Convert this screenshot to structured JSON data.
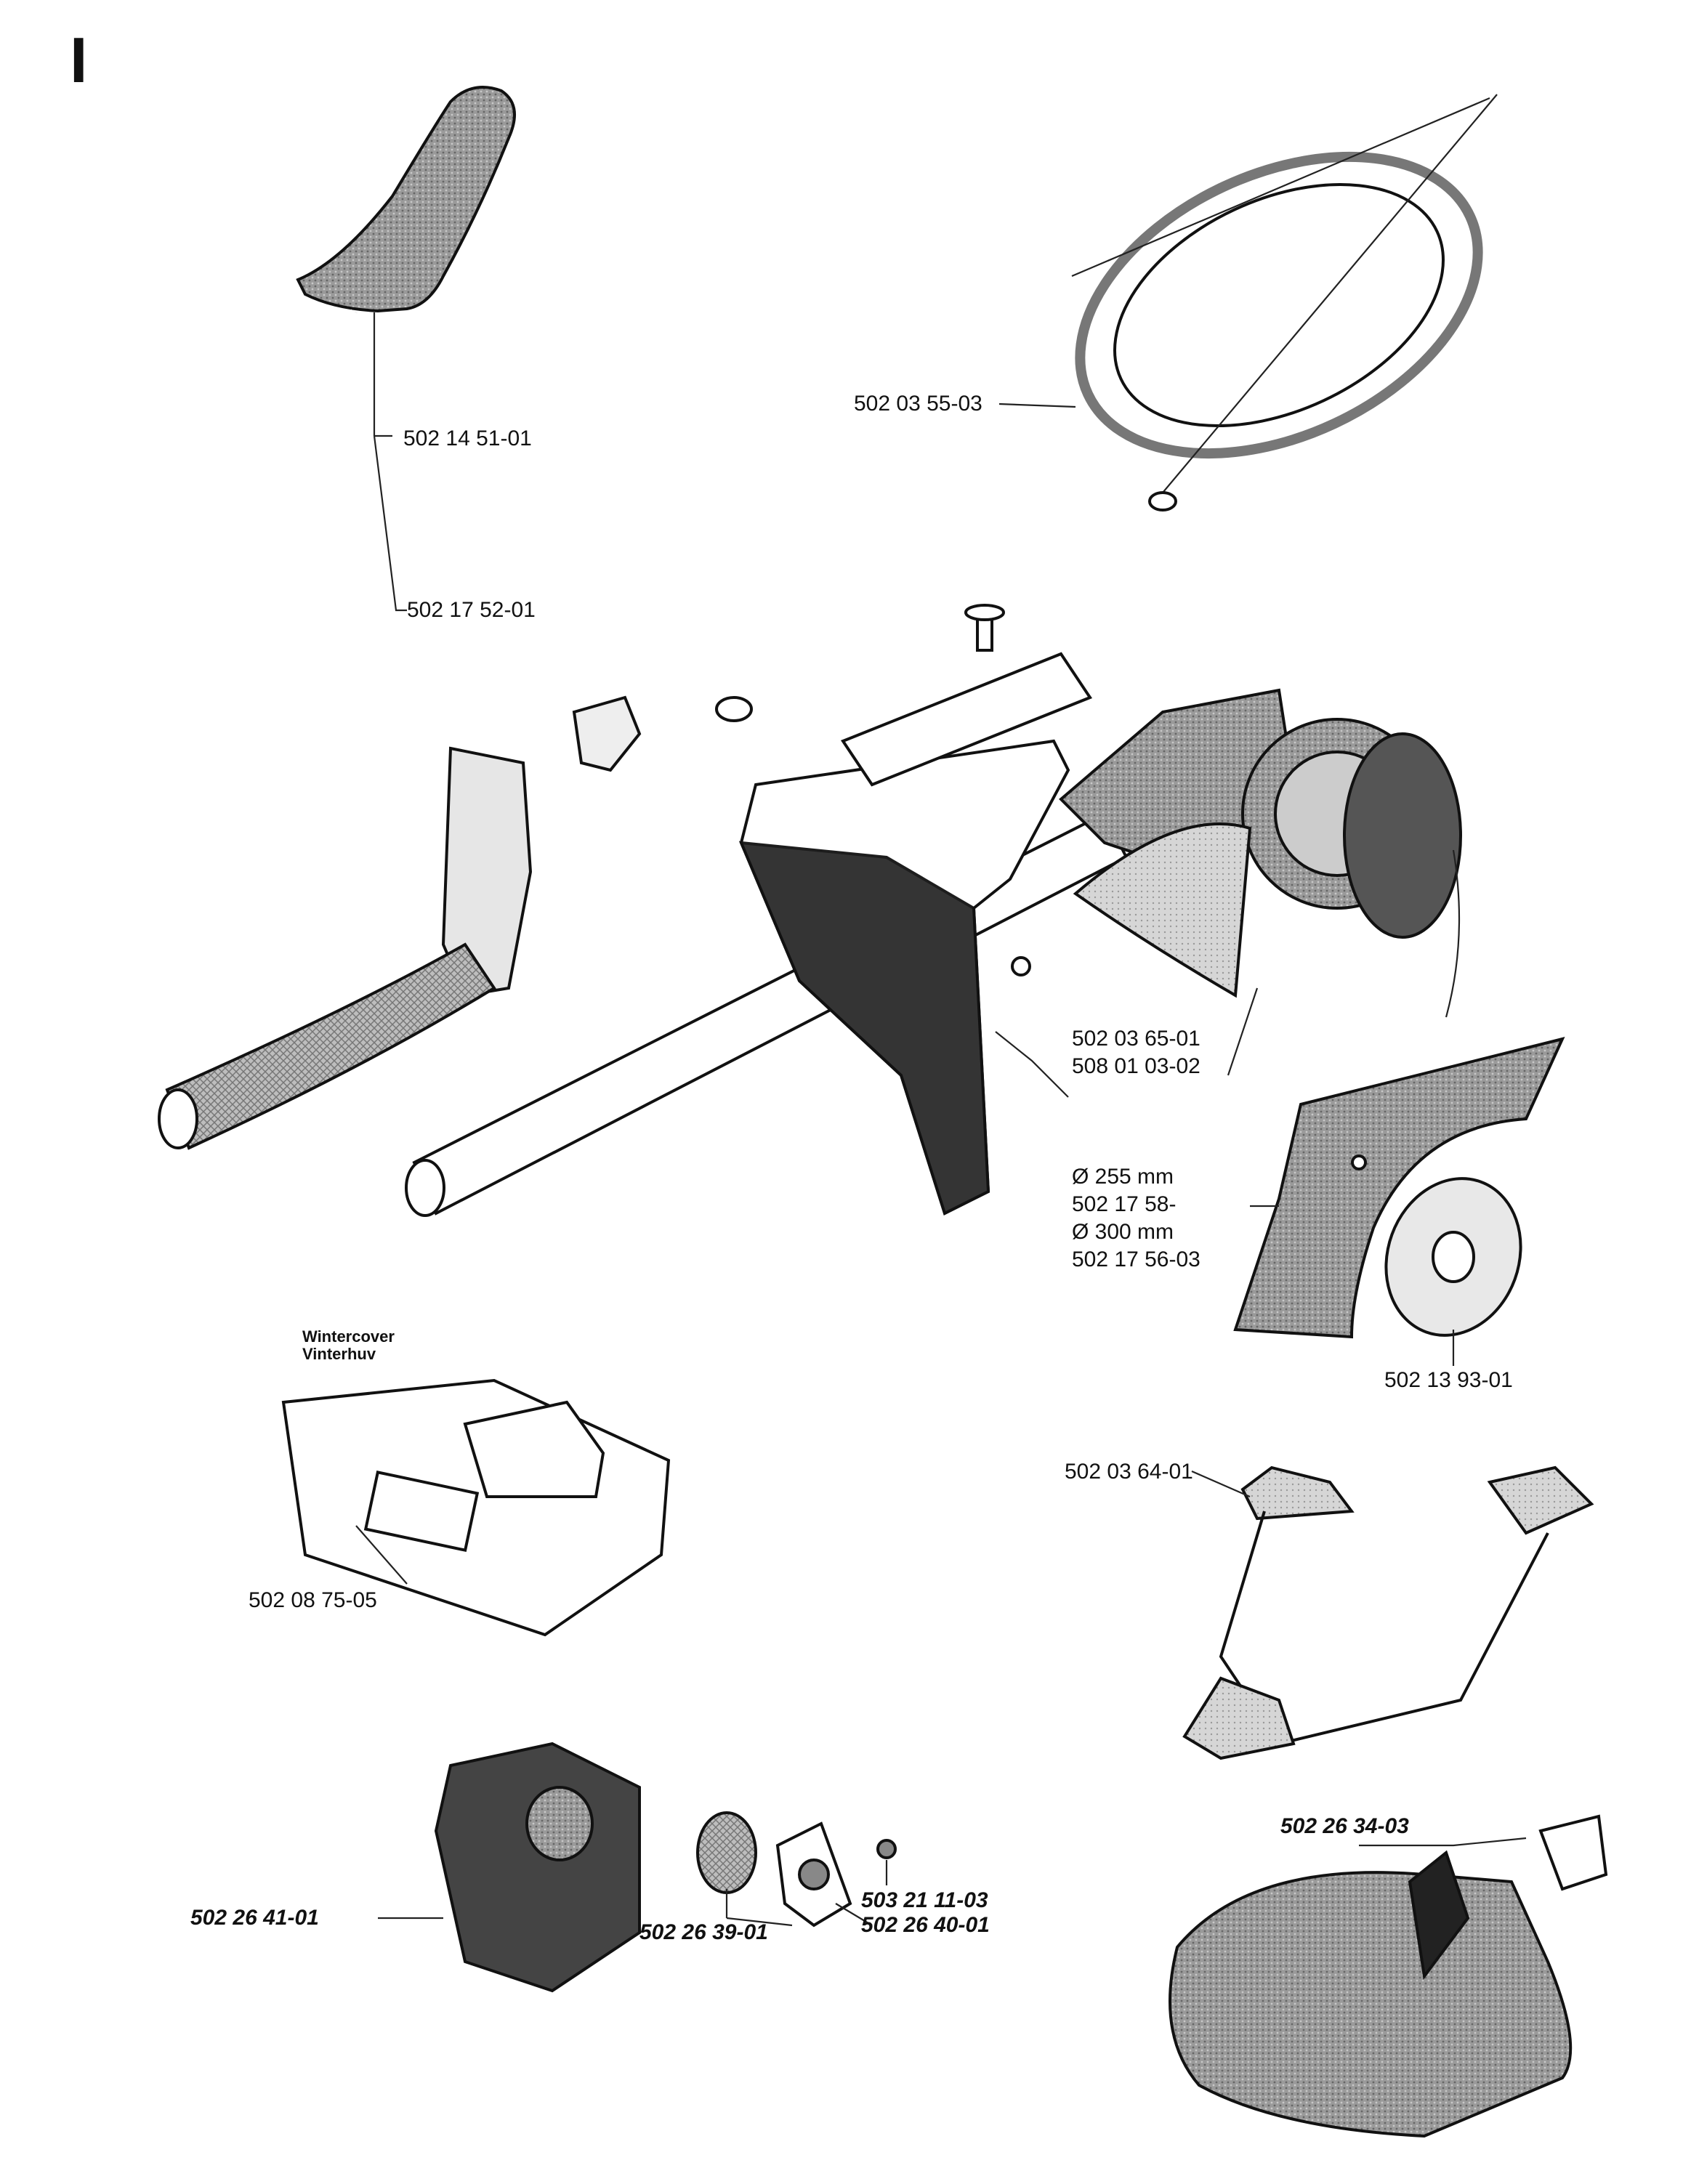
{
  "page": {
    "section_letter": "I"
  },
  "parts": {
    "handle_grip": {
      "number": "502 14 51-01"
    },
    "handle_bar": {
      "number": "502 17 52-01"
    },
    "harness": {
      "number": "502 03 55-03"
    },
    "guard_bracket": {
      "numbers": [
        "502 03 65-01",
        "508 01 03-02"
      ]
    },
    "blade": {
      "lines": [
        "Ø 255 mm",
        "502 17 58-",
        "Ø 300 mm",
        "502 17 56-03"
      ]
    },
    "support_cup": {
      "number": "502 13 93-01"
    },
    "winter_cover": {
      "title_en": "Wintercover",
      "title_sv": "Vinterhuv",
      "number": "502 08 75-05"
    },
    "belt_harness": {
      "number": "502 03 64-01"
    },
    "muffler": {
      "number": "502 26 41-01"
    },
    "spacer": {
      "number": "502 26 39-01"
    },
    "screw": {
      "number": "503 21 11-03"
    },
    "gasket": {
      "number": "502 26 40-01"
    },
    "saw_guard": {
      "number": "502 26 34-03"
    }
  },
  "colors": {
    "ink": "#111111",
    "shade": "#8a8a8a",
    "dark_shade": "#555555",
    "paper": "#ffffff"
  }
}
